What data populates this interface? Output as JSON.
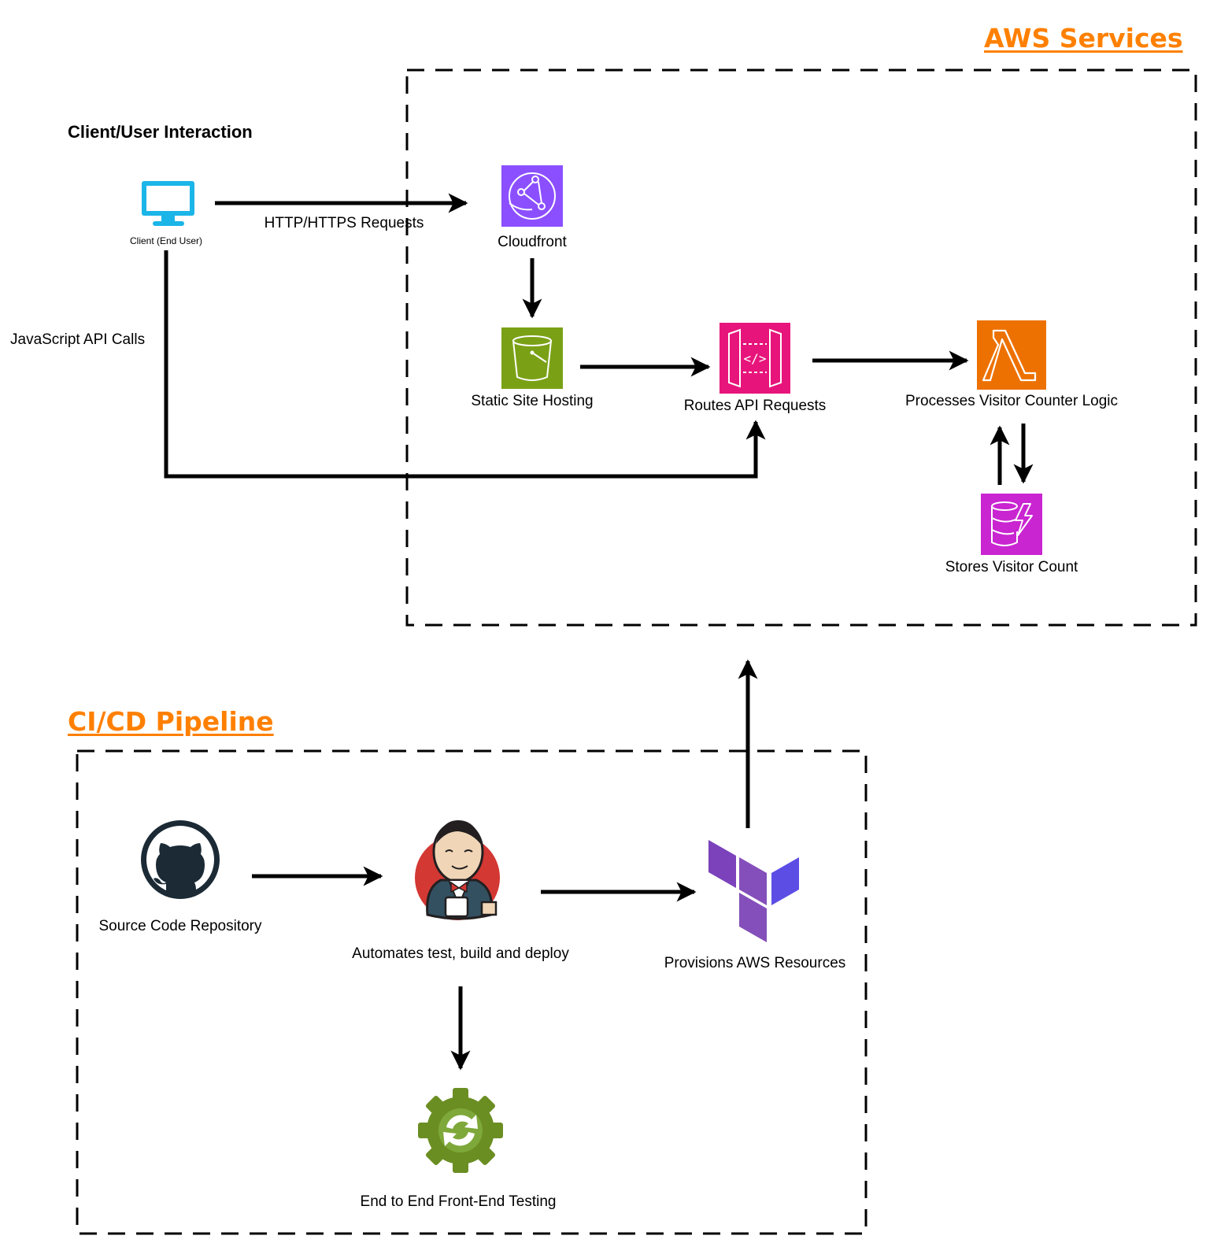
{
  "sections": {
    "aws_title": "AWS Services",
    "cicd_title": "CI/CD Pipeline",
    "client_heading": "Client/User Interaction"
  },
  "nodes": {
    "client": {
      "label": "Client (End User)",
      "icon": "monitor-icon",
      "color": "#1bb5e8"
    },
    "cloudfront": {
      "label": "Cloudfront",
      "icon": "cloudfront-icon",
      "color": "#8c4fff"
    },
    "s3": {
      "label": "Static Site Hosting",
      "icon": "s3-bucket-icon",
      "color": "#7aa116"
    },
    "api_gateway": {
      "label": "Routes API Requests",
      "icon": "api-gateway-icon",
      "color": "#e7157b"
    },
    "lambda": {
      "label": "Processes Visitor Counter Logic",
      "icon": "lambda-icon",
      "color": "#ed7100"
    },
    "dynamodb": {
      "label": "Stores Visitor Count",
      "icon": "dynamodb-icon",
      "color": "#c925d1"
    },
    "github": {
      "label": "Source Code Repository",
      "icon": "github-icon",
      "color": "#1b2a35"
    },
    "jenkins": {
      "label": "Automates test, build and deploy",
      "icon": "jenkins-icon",
      "color": "#d33833"
    },
    "terraform": {
      "label": "Provisions AWS Resources",
      "icon": "terraform-icon",
      "color": "#7b42bc"
    },
    "testing": {
      "label": "End to End Front-End Testing",
      "icon": "gear-sync-icon",
      "color": "#6b8e23"
    }
  },
  "edges": {
    "http_requests": "HTTP/HTTPS Requests",
    "js_api_calls": "JavaScript API Calls"
  },
  "colors": {
    "section_title": "#ff8000",
    "line": "#000000"
  }
}
